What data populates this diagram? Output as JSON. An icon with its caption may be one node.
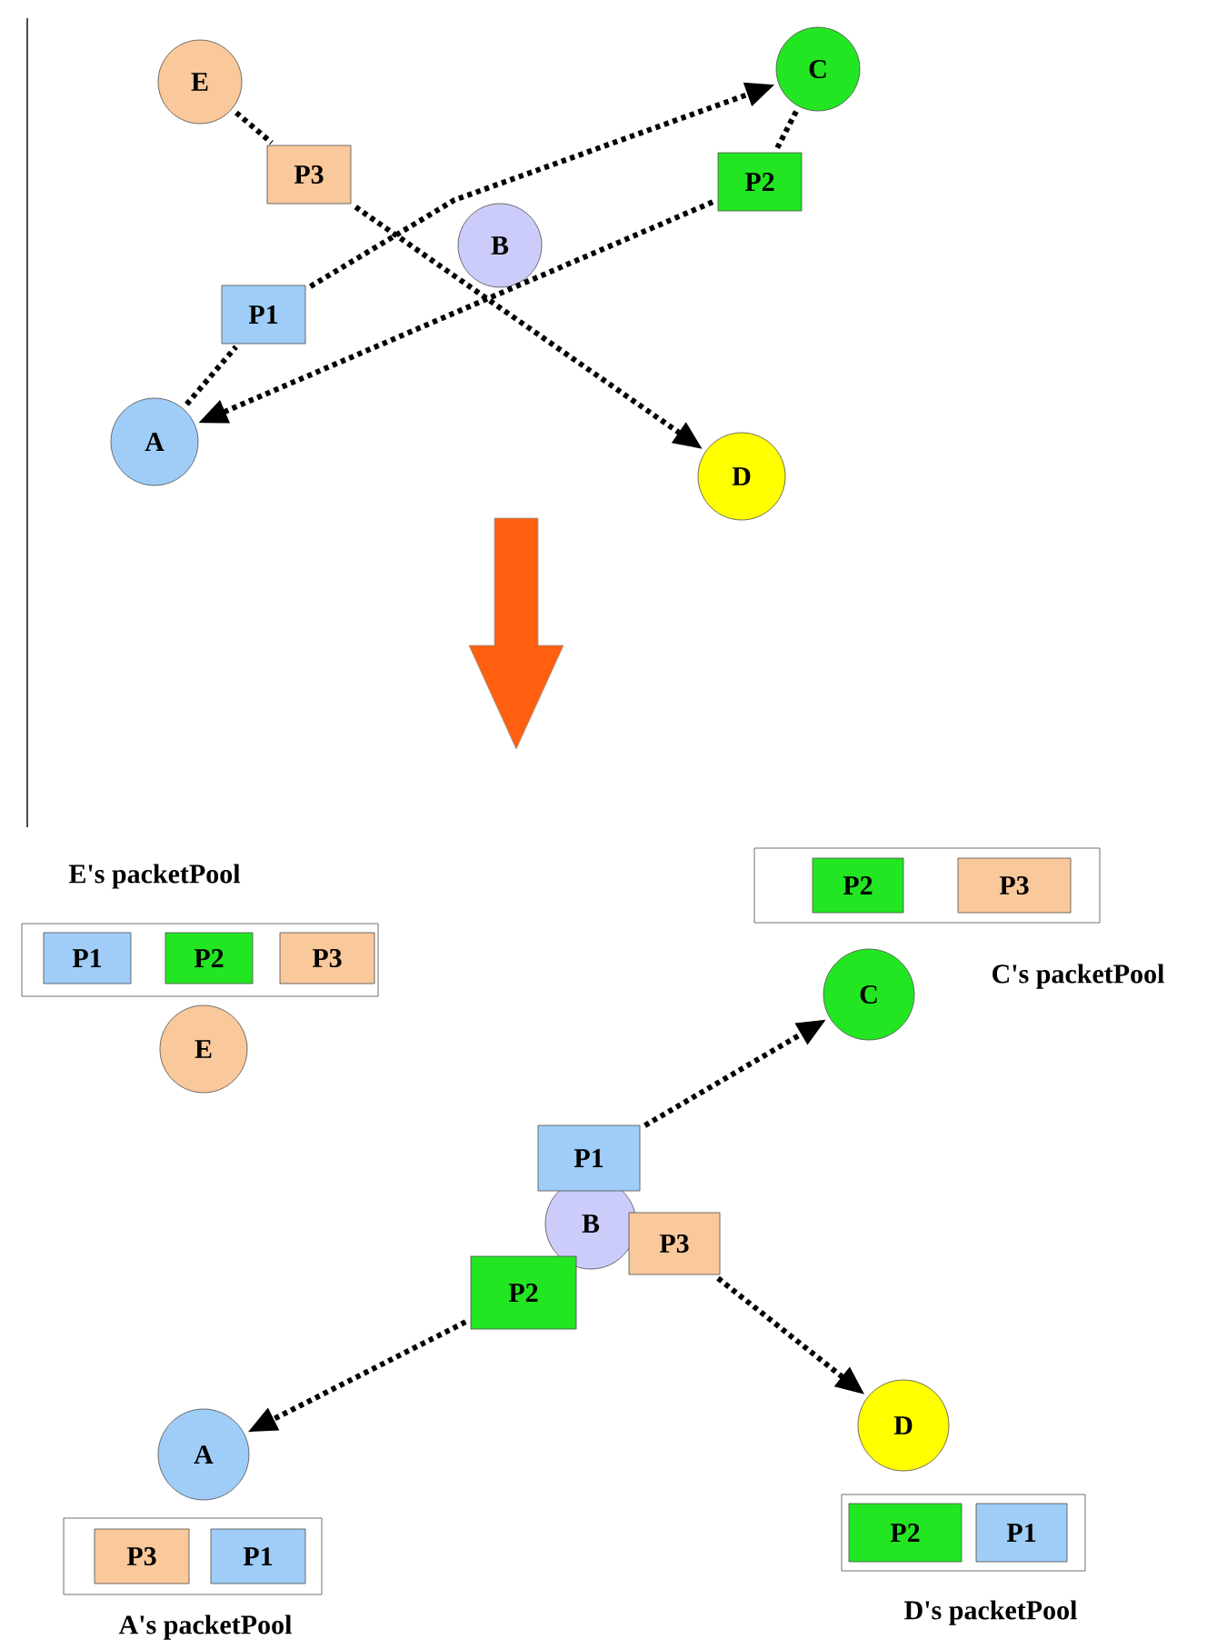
{
  "diagram": {
    "nodes": [
      {
        "text": [
          "E"
        ]
      },
      {
        "text": [
          "C"
        ]
      },
      {
        "text": [
          "P3"
        ]
      },
      {
        "text": [
          "P2"
        ]
      },
      {
        "text": [
          "B"
        ]
      },
      {
        "text": [
          "P1"
        ]
      },
      {
        "text": [
          "A"
        ]
      },
      {
        "text": [
          "D"
        ]
      },
      {
        "text": [
          "E's packetPool"
        ]
      },
      {
        "text": [
          "P1"
        ],
        "in": 8
      },
      {
        "text": [
          "P2"
        ],
        "in": 8
      },
      {
        "text": [
          "P3"
        ],
        "in": 8
      },
      {
        "text": [
          "C's packetPool"
        ]
      },
      {
        "text": [
          "P2"
        ],
        "in": 12
      },
      {
        "text": [
          "P3"
        ],
        "in": 12
      },
      {
        "text": [
          "E"
        ]
      },
      {
        "text": [
          "C"
        ]
      },
      {
        "text": [
          "P1"
        ]
      },
      {
        "text": [
          "B"
        ]
      },
      {
        "text": [
          "P3"
        ]
      },
      {
        "text": [
          "P2"
        ]
      },
      {
        "text": [
          "A"
        ]
      },
      {
        "text": [
          "D"
        ]
      },
      {
        "text": [
          "A's packetPool"
        ]
      },
      {
        "text": [
          "P3"
        ],
        "in": 23
      },
      {
        "text": [
          "P1"
        ],
        "in": 23
      },
      {
        "text": [
          "D's packetPool"
        ]
      },
      {
        "text": [
          "P2"
        ],
        "in": 26
      },
      {
        "text": [
          "P1"
        ],
        "in": 26
      }
    ],
    "edges": [
      {
        "from": 0,
        "to": 2,
        "arrow": "none"
      },
      {
        "from": 2,
        "to": 7,
        "arrow": "to"
      },
      {
        "from": 6,
        "to": 5,
        "arrow": "none"
      },
      {
        "from": 5,
        "to": 1,
        "arrow": "to"
      },
      {
        "from": 1,
        "to": 3,
        "arrow": "none"
      },
      {
        "from": 3,
        "to": 6,
        "arrow": "to"
      },
      {
        "from": 17,
        "to": 16,
        "arrow": "to"
      },
      {
        "from": 19,
        "to": 22,
        "arrow": "to"
      },
      {
        "from": 20,
        "to": 21,
        "arrow": "to"
      }
    ]
  }
}
